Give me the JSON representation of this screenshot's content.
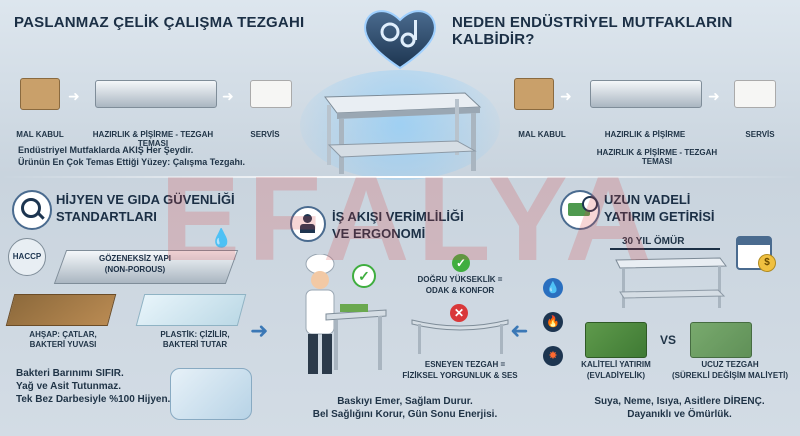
{
  "header": {
    "left_title": "PASLANMAZ ÇELİK ÇALIŞMA TEZGAHI",
    "right_title": "NEDEN ENDÜSTRİYEL MUTFAKLARIN KALBİDİR?"
  },
  "flow_left": {
    "steps": [
      "MAL KABUL",
      "HAZIRLIK & PİŞİRME - TEZGAH TEMASI",
      "SERVİS"
    ],
    "caption_1": "Endüstriyel Mutfaklarda AKIŞ Her Şeydir.",
    "caption_2": "Ürünün En Çok Temas Ettiği Yüzey: Çalışma Tezgahı."
  },
  "flow_right": {
    "steps": [
      "MAL KABUL",
      "HAZIRLIK & PİŞİRME",
      "SERVİS"
    ],
    "subcaption": "HAZIRLIK & PİŞİRME - TEZGAH TEMASI"
  },
  "hygiene": {
    "title_1": "HİJYEN VE GIDA GÜVENLİĞİ",
    "title_2": "STANDARTLARI",
    "haccp": "HACCP",
    "non_porous_1": "GÖZENEKSİZ YAPI",
    "non_porous_2": "(NON-POROUS)",
    "wood_1": "AHŞAP: ÇATLAR,",
    "wood_2": "BAKTERİ YUVASI",
    "plastic_1": "PLASTİK: ÇİZİLİR,",
    "plastic_2": "BAKTERİ TUTAR",
    "bottom_1": "Bakteri Barınımı SIFIR.",
    "bottom_2": "Yağ ve Asit Tutunmaz.",
    "bottom_3": "Tek Bez Darbesiyle %100 Hijyen."
  },
  "ergonomy": {
    "title_1": "İŞ AKIŞI VERİMLİLİĞİ",
    "title_2": "VE ERGONOMİ",
    "good_1": "DOĞRU YÜKSEKLİK =",
    "good_2": "ODAK & KONFOR",
    "bad_1": "ESNEYEN TEZGAH =",
    "bad_2": "FİZİKSEL YORGUNLUK & SES",
    "bottom_1": "Baskıyı Emer, Sağlam Durur.",
    "bottom_2": "Bel Sağlığını Korur, Gün Sonu Enerjisi."
  },
  "investment": {
    "title_1": "UZUN VADELİ",
    "title_2": "YATIRIM GETİRİSİ",
    "life": "30 YIL ÖMÜR",
    "vs": "VS",
    "quality_1": "KALİTELİ YATIRIM",
    "quality_2": "(EVLADİYELİK)",
    "cheap_1": "UCUZ TEZGAH",
    "cheap_2": "(SÜREKLİ DEĞİŞİM MALİYETİ)",
    "bottom_1": "Suya, Neme, Isıya, Asitlere DİRENÇ.",
    "bottom_2": "Dayanıklı ve Ömürlük."
  },
  "watermark": "EFALYA",
  "colors": {
    "accent": "#1e88e5",
    "navy": "#1b2f45",
    "check": "#3fae3f",
    "cross": "#d9383a"
  }
}
